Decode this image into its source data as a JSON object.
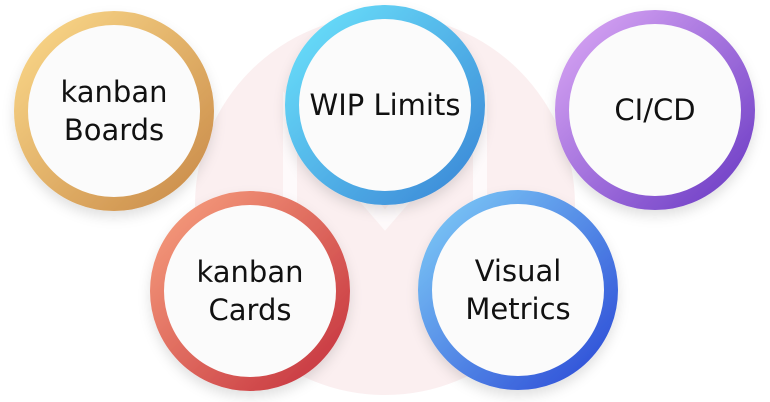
{
  "nodes": [
    {
      "lines": [
        "kanban",
        "Boards"
      ],
      "colors": [
        "#fbd98a",
        "#c98a48"
      ]
    },
    {
      "lines": [
        "WIP Limits"
      ],
      "colors": [
        "#6be2fb",
        "#3a86d6"
      ]
    },
    {
      "lines": [
        "CI/CD"
      ],
      "colors": [
        "#dba8f5",
        "#6a3ac4"
      ]
    },
    {
      "lines": [
        "kanban",
        "Cards"
      ],
      "colors": [
        "#f7a07e",
        "#c5313d"
      ]
    },
    {
      "lines": [
        "Visual",
        "Metrics"
      ],
      "colors": [
        "#7fcdf7",
        "#2a48d6"
      ]
    }
  ],
  "watermark_color": "#fbeff0"
}
